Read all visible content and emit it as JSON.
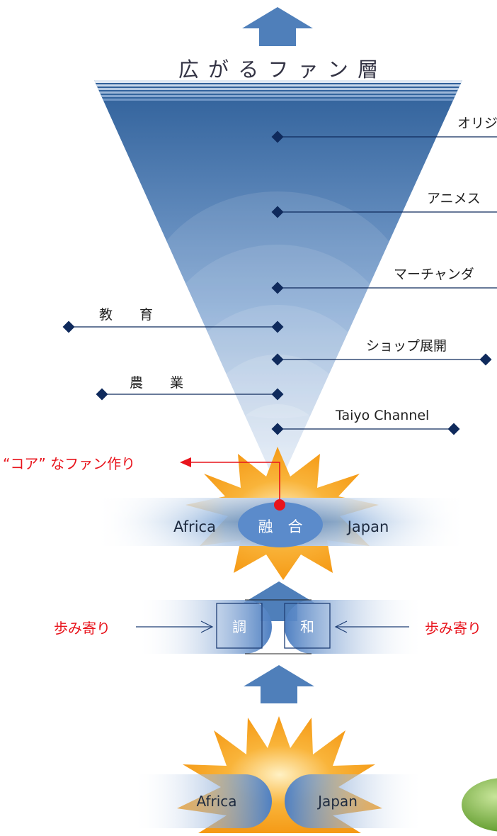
{
  "title": "広 が る フ ァ ン 層",
  "fan_layers": [
    {
      "label": "オリジ"
    },
    {
      "label": "アニメス"
    },
    {
      "label": "マーチャンダ"
    },
    {
      "label": "ショップ展開"
    },
    {
      "label": "Taiyo Channel"
    }
  ],
  "side_items": [
    {
      "label": "教　　育"
    },
    {
      "label": "農　　業"
    }
  ],
  "core_fan_label": "“コア” なファン作り",
  "fusion": {
    "left": "Africa",
    "center": "融　合",
    "right": "Japan"
  },
  "harmony": {
    "left_char": "調",
    "right_char": "和",
    "left_label": "歩み寄り",
    "right_label": "歩み寄り"
  },
  "meeting": {
    "left": "Africa",
    "right": "Japan"
  },
  "colors": {
    "arrow": "#4f7fba",
    "cone_dark": "#2e5f99",
    "line": "#0f2a5c",
    "red": "#e8141c",
    "burst": "#f7a21b",
    "band": "#5b8bcb",
    "pill": "#5886c4",
    "green": "#7ab648"
  }
}
